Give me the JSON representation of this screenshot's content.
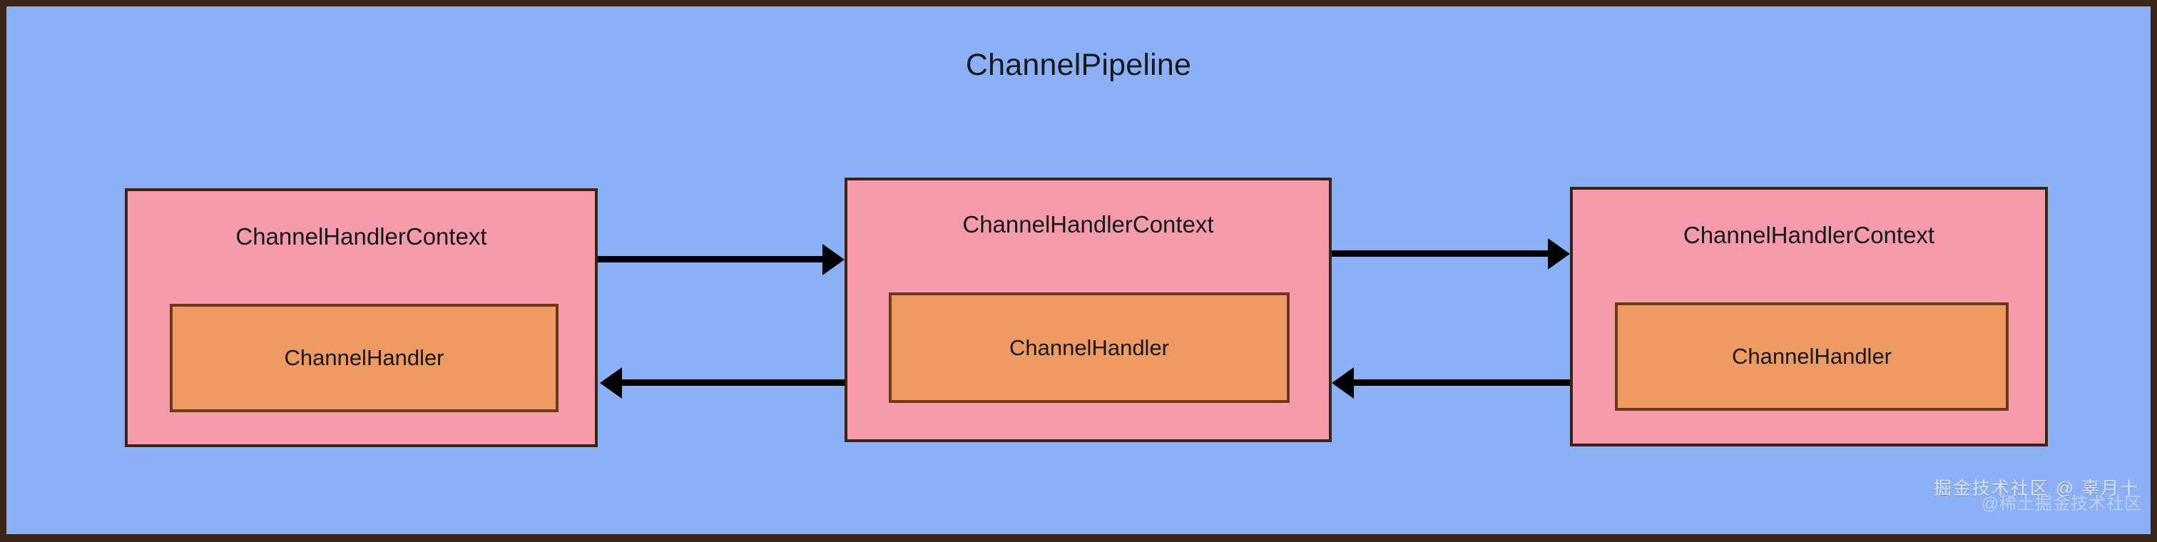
{
  "diagram": {
    "title": "ChannelPipeline",
    "background_color": "#8cb0f5",
    "border_color": "#3a2418",
    "context_fill": "#f59bab",
    "handler_fill": "#ef9a62",
    "arrow_color": "#000000",
    "nodes": [
      {
        "id": "context-1",
        "context_label": "ChannelHandlerContext",
        "handler_label": "ChannelHandler"
      },
      {
        "id": "context-2",
        "context_label": "ChannelHandlerContext",
        "handler_label": "ChannelHandler"
      },
      {
        "id": "context-3",
        "context_label": "ChannelHandlerContext",
        "handler_label": "ChannelHandler"
      }
    ],
    "connections": [
      {
        "id": "forward-1",
        "from": "context-1",
        "to": "context-2",
        "direction": "right",
        "label": ""
      },
      {
        "id": "backward-1",
        "from": "context-2",
        "to": "context-1",
        "direction": "left",
        "label": ""
      },
      {
        "id": "forward-2",
        "from": "context-2",
        "to": "context-3",
        "direction": "right",
        "label": ""
      },
      {
        "id": "backward-2",
        "from": "context-3",
        "to": "context-2",
        "direction": "left",
        "label": ""
      }
    ]
  },
  "watermark": {
    "main": "掘金技术社区 @ 辜月十",
    "sub": "@稀土掘金技术社区"
  }
}
